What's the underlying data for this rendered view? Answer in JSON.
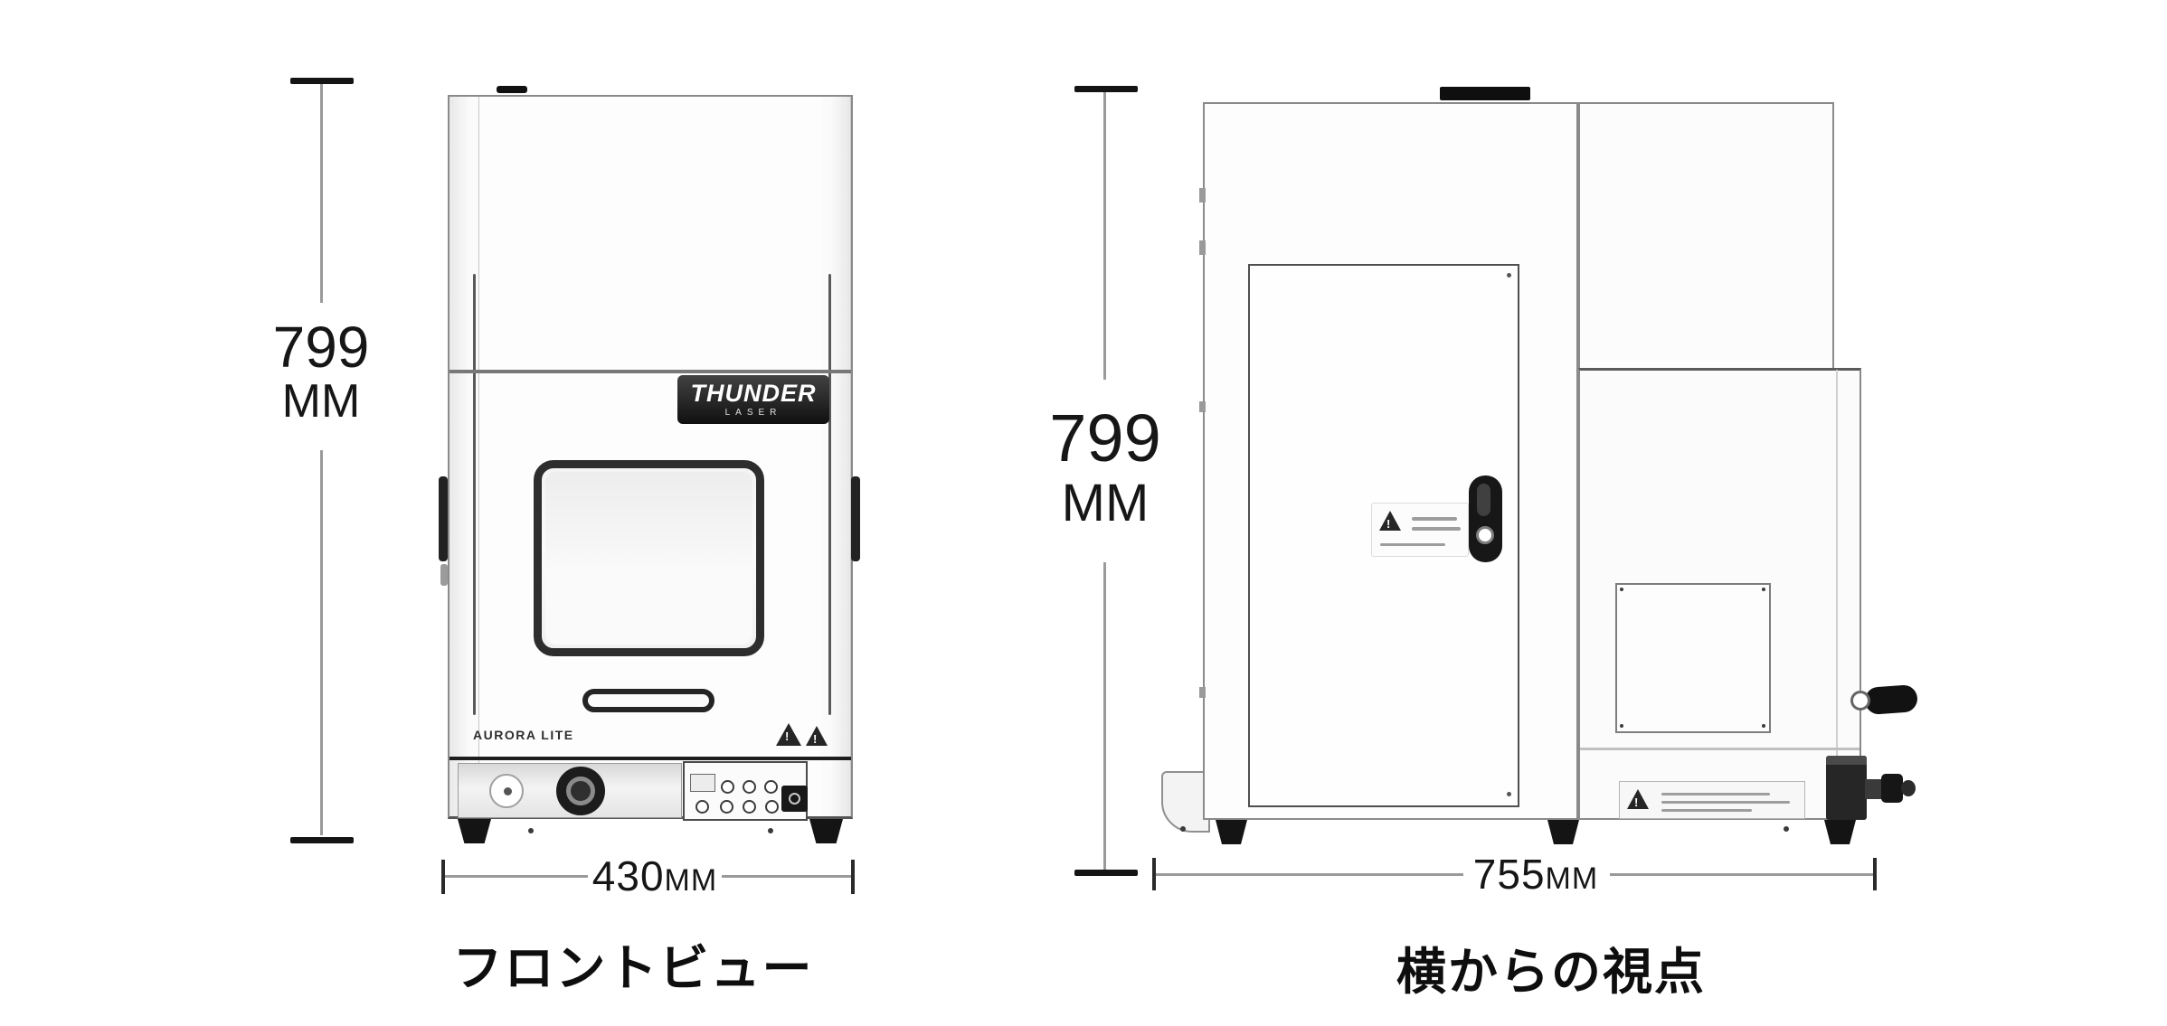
{
  "diagram": {
    "kind": "two-view product dimension drawing",
    "subject": "desktop laser machine"
  },
  "front_view": {
    "caption": "フロントビュー",
    "height_dim": {
      "value": "799",
      "unit": "MM"
    },
    "width_dim": {
      "value": "430",
      "unit": "MM"
    },
    "machine": {
      "logo_brand": "THUNDER",
      "logo_sub": "LASER",
      "model_label": "AURORA LITE",
      "icons": {
        "warning": "warning-triangle-icon",
        "key_switch": "key-switch-icon",
        "emergency_stop": "emergency-stop-icon"
      }
    }
  },
  "side_view": {
    "caption": "横からの視点",
    "height_dim": {
      "value": "799",
      "unit": "MM"
    },
    "width_dim": {
      "value": "755",
      "unit": "MM"
    },
    "machine": {
      "icons": {
        "warning": "warning-triangle-icon",
        "door_handle": "door-handle-icon",
        "crank": "crank-knob-icon"
      }
    }
  },
  "colors": {
    "background": "#ffffff",
    "ink": "#161616",
    "outline": "#8a8a8a",
    "dim_line": "#9a9a9a",
    "black_accent": "#141414"
  }
}
